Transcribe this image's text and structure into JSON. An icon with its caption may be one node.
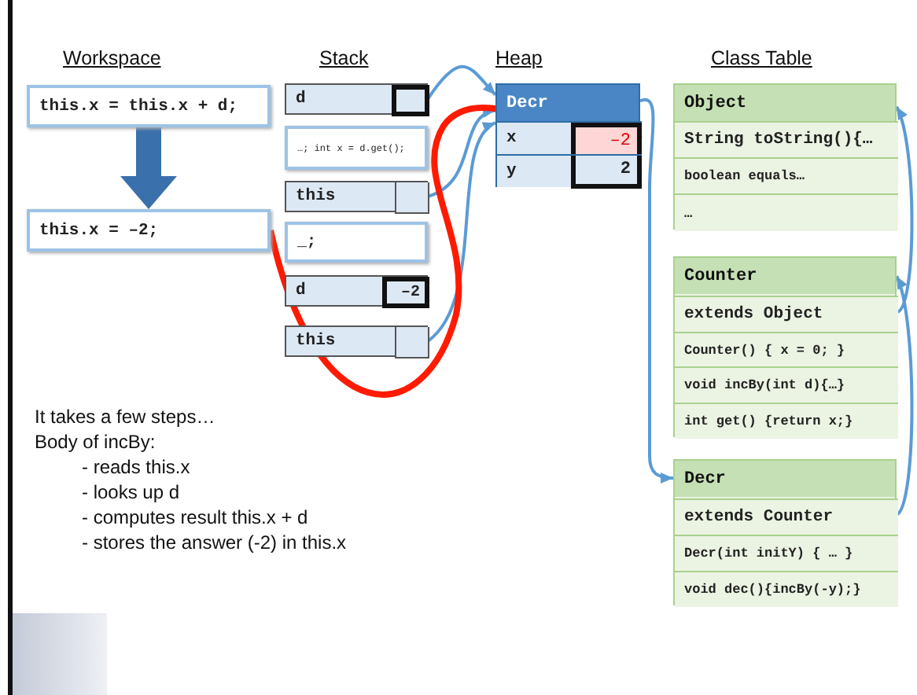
{
  "diagram": {
    "nodes": [
      {
        "text": [
          "this.x = this.x + d;"
        ]
      },
      {
        "text": [
          "this.x = –2;"
        ]
      },
      {
        "text": [
          "d"
        ]
      },
      {
        "text": [],
        "shape": "box",
        "in": 2
      },
      {
        "text": [
          "…; int x = d.get();"
        ]
      },
      {
        "text": [
          "this"
        ]
      },
      {
        "text": [],
        "shape": "box",
        "in": 5
      },
      {
        "text": [
          "_;"
        ]
      },
      {
        "text": [
          "d"
        ]
      },
      {
        "text": [
          "–2"
        ],
        "in": 8
      },
      {
        "text": [
          "this"
        ]
      },
      {
        "text": [],
        "shape": "box",
        "in": 10
      },
      {
        "text": [
          "Decr"
        ]
      },
      {
        "text": [
          "x"
        ],
        "in": 12
      },
      {
        "text": [
          "–2"
        ],
        "in": 13
      },
      {
        "text": [
          "y"
        ],
        "in": 12
      },
      {
        "text": [
          "2"
        ],
        "in": 15
      },
      {
        "text": [
          "Object"
        ]
      },
      {
        "text": [
          "String toString(){…"
        ],
        "in": 17
      },
      {
        "text": [
          "boolean equals…"
        ],
        "in": 17
      },
      {
        "text": [
          "…"
        ],
        "in": 17
      },
      {
        "text": [
          "Counter"
        ]
      },
      {
        "text": [
          "extends Object"
        ],
        "in": 21
      },
      {
        "text": [
          "Counter() { x = 0; }"
        ],
        "in": 21
      },
      {
        "text": [
          "void incBy(int d){…}"
        ],
        "in": 21
      },
      {
        "text": [
          "int get() {return x;}"
        ],
        "in": 21
      },
      {
        "text": [
          "Decr"
        ]
      },
      {
        "text": [
          "extends Counter"
        ],
        "in": 26
      },
      {
        "text": [
          "Decr(int initY) { … }"
        ],
        "in": 26
      },
      {
        "text": [
          "void dec(){incBy(-y);}"
        ],
        "in": 26
      }
    ],
    "edges": [
      {
        "from": 0,
        "to": 1,
        "arrow": "to",
        "style": "thick",
        "color": "#3a70ac"
      },
      {
        "from": 3,
        "to": 12,
        "arrow": "to"
      },
      {
        "from": 6,
        "to": 12,
        "arrow": "to"
      },
      {
        "from": 11,
        "to": 12,
        "arrow": "to"
      },
      {
        "from": 12,
        "to": 26,
        "arrow": "to"
      },
      {
        "from": 22,
        "to": 17,
        "arrow": "to"
      },
      {
        "from": 27,
        "to": 21,
        "arrow": "to"
      },
      {
        "from": 1,
        "to": 14,
        "arrow": "to",
        "style": "thick",
        "color": "#ff1a00"
      }
    ],
    "labels": [
      "Workspace",
      "Stack",
      "Heap",
      "Class Table",
      "It takes a few steps…",
      "Body of incBy:",
      "- reads this.x",
      "- looks up d",
      "- computes result this.x + d",
      "- stores the answer (-2) in this.x"
    ]
  }
}
